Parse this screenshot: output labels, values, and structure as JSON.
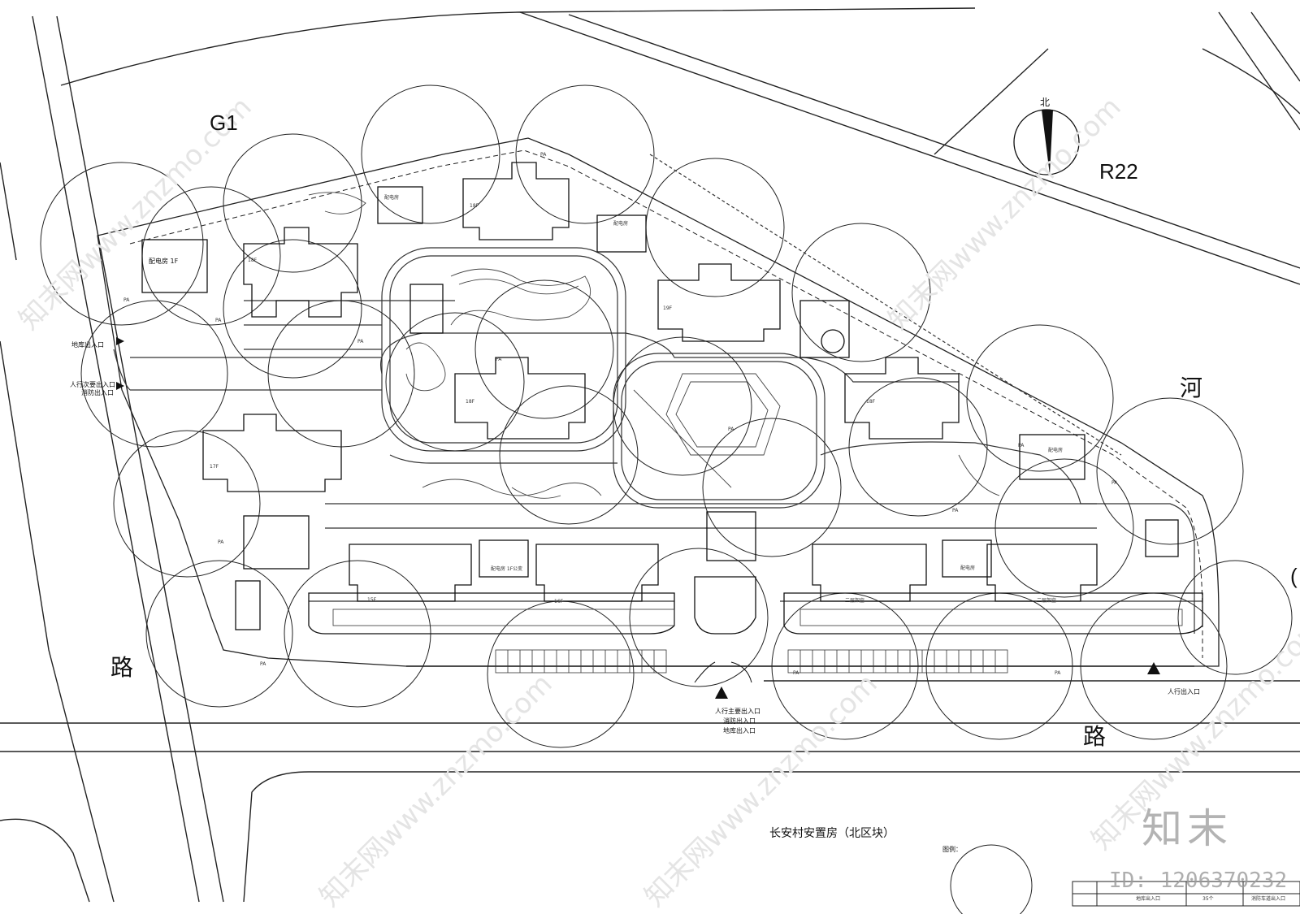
{
  "labels": {
    "zone_g1": "G1",
    "zone_r22": "R22",
    "road_lu_left": "路",
    "road_lu_bottom": "路",
    "river_he": "河",
    "edge_char": "(",
    "north": "北",
    "entry_garage_west": "地库出入口",
    "entry_ped_sec_1": "人行次要出入口",
    "entry_ped_sec_2": "消防出入口",
    "entry_main_1": "人行主要出入口",
    "entry_main_2": "消防出入口",
    "entry_main_3": "地库出入口",
    "entry_ped_east": "人行出入口",
    "substation_1": "配电房 1F",
    "substation_2": "配电房",
    "substation_3": "配电房",
    "substation_4": "配电房",
    "substation_5": "配电房",
    "substation_6": "配电房 1F公变",
    "floors_19f": "19F",
    "floors_18f_a": "18F",
    "floors_18f_b": "18F",
    "floors_18f_c": "18F",
    "floors_18f_d": "18F",
    "floors_17f": "17F",
    "floors_16f": "16F",
    "floors_15f": "15F",
    "upper_2f_a": "二层架空",
    "upper_2f_b": "二层架空",
    "pa": "PA",
    "title": "长安村安置房（北区块）",
    "legend": "图例：",
    "legend_cell_1": "地库出入口",
    "legend_cell_2": "35个",
    "legend_cell_3": "消防车道出入口",
    "brand": "知末",
    "doc_id": "ID: 1206370232",
    "watermark": "知末网www.znzmo.com"
  }
}
